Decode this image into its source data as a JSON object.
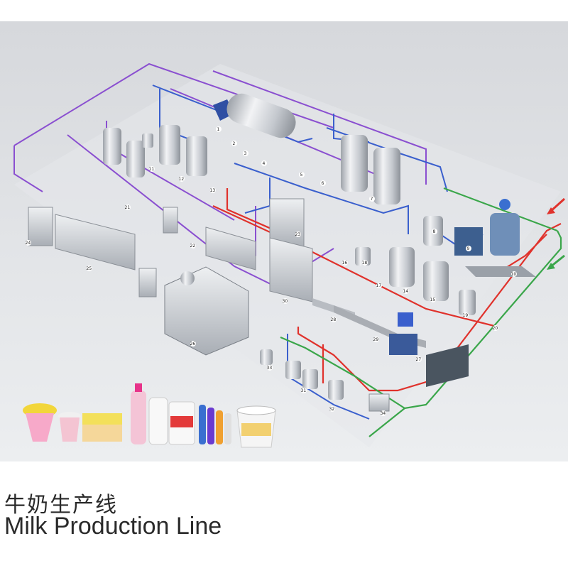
{
  "caption": {
    "chinese_title": "牛奶生产线",
    "english_title": "Milk Production Line"
  },
  "colors": {
    "pipe_blue": "#3a5fcd",
    "pipe_purple": "#8a4fd0",
    "pipe_red": "#e0322c",
    "pipe_green": "#3aa64a",
    "steel": "#c9ccd1",
    "floor": "#e4e6e9"
  },
  "diagram": {
    "inlet_arrows": [
      "red-inlet-arrow",
      "green-inlet-arrow"
    ],
    "equipment_labels": [
      "1",
      "2",
      "3",
      "4",
      "5",
      "6",
      "7",
      "8",
      "9",
      "10",
      "11",
      "12",
      "13",
      "14",
      "15",
      "16",
      "17",
      "18",
      "19",
      "20",
      "21",
      "22",
      "23",
      "24",
      "25",
      "26",
      "27",
      "28",
      "29",
      "30",
      "31",
      "32",
      "33",
      "34"
    ],
    "products": [
      "jelly-cup",
      "yogurt-cup",
      "yogurt-4pack",
      "strawberry-bottle",
      "white-bottle-4pack",
      "small-bottles",
      "yogurt-bucket"
    ]
  }
}
